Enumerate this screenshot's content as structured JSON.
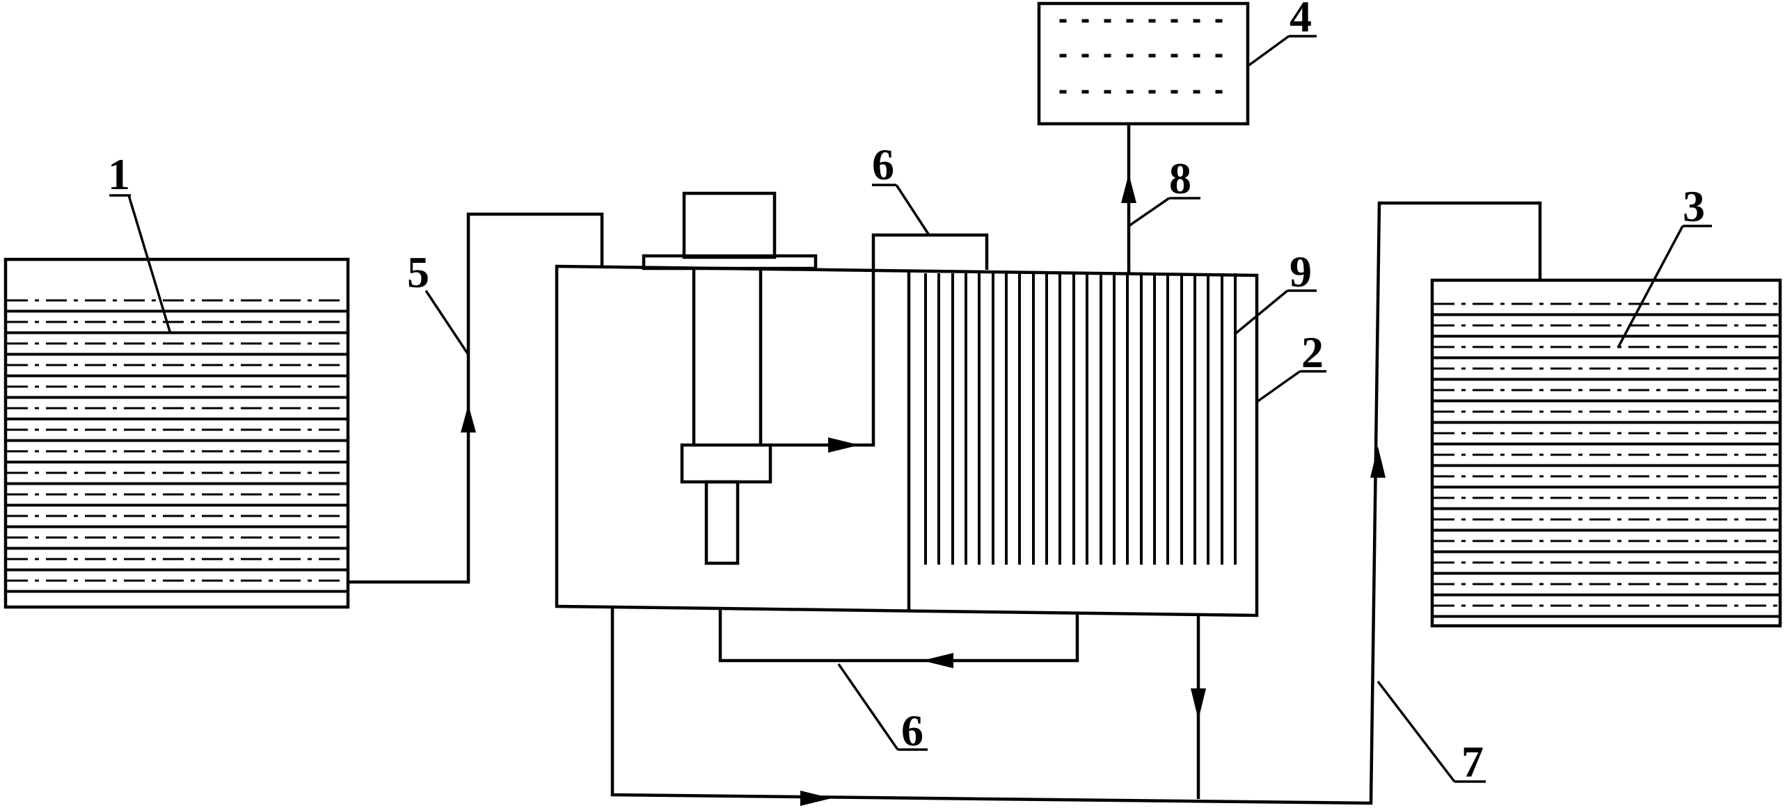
{
  "labels": {
    "tank_left": "1",
    "reactor": "2",
    "tank_right": "3",
    "collector": "4",
    "inlet_pipe": "5",
    "circulation_top": "6",
    "circulation_bottom": "6",
    "outlet_pipe": "7",
    "gas_pipe": "8",
    "membrane": "9"
  }
}
